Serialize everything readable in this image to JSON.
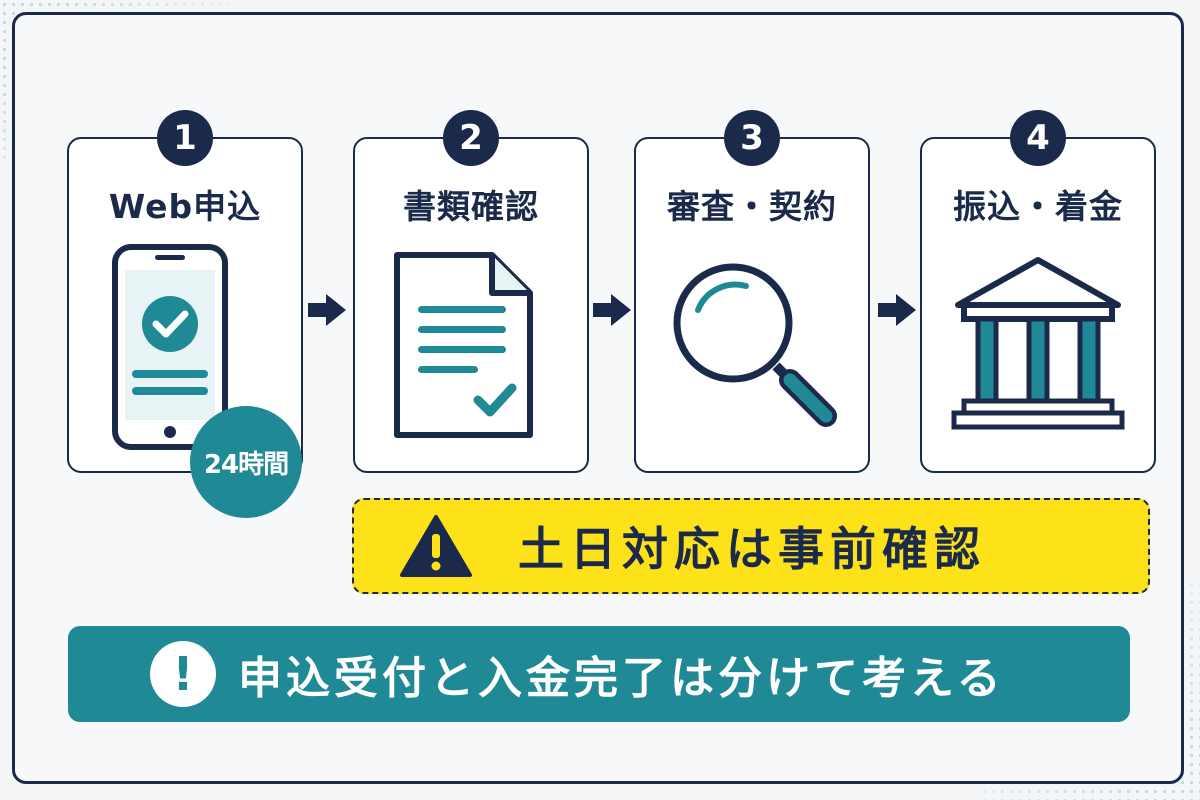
{
  "steps": [
    {
      "number": "1",
      "title": "Web申込",
      "icon": "smartphone-check-icon"
    },
    {
      "number": "2",
      "title": "書類確認",
      "icon": "document-check-icon"
    },
    {
      "number": "3",
      "title": "審査・契約",
      "icon": "magnifier-icon"
    },
    {
      "number": "4",
      "title": "振込・着金",
      "icon": "bank-icon"
    }
  ],
  "badge": {
    "text": "24時間"
  },
  "warning": {
    "text": "土日対応は事前確認",
    "icon": "warning-triangle-icon"
  },
  "note": {
    "text": "申込受付と入金完了は分けて考える",
    "icon": "exclamation-icon"
  },
  "colors": {
    "navy": "#1b2a4a",
    "teal": "#1f8a96",
    "yellow": "#fde21a",
    "background": "#f4f5f7"
  }
}
